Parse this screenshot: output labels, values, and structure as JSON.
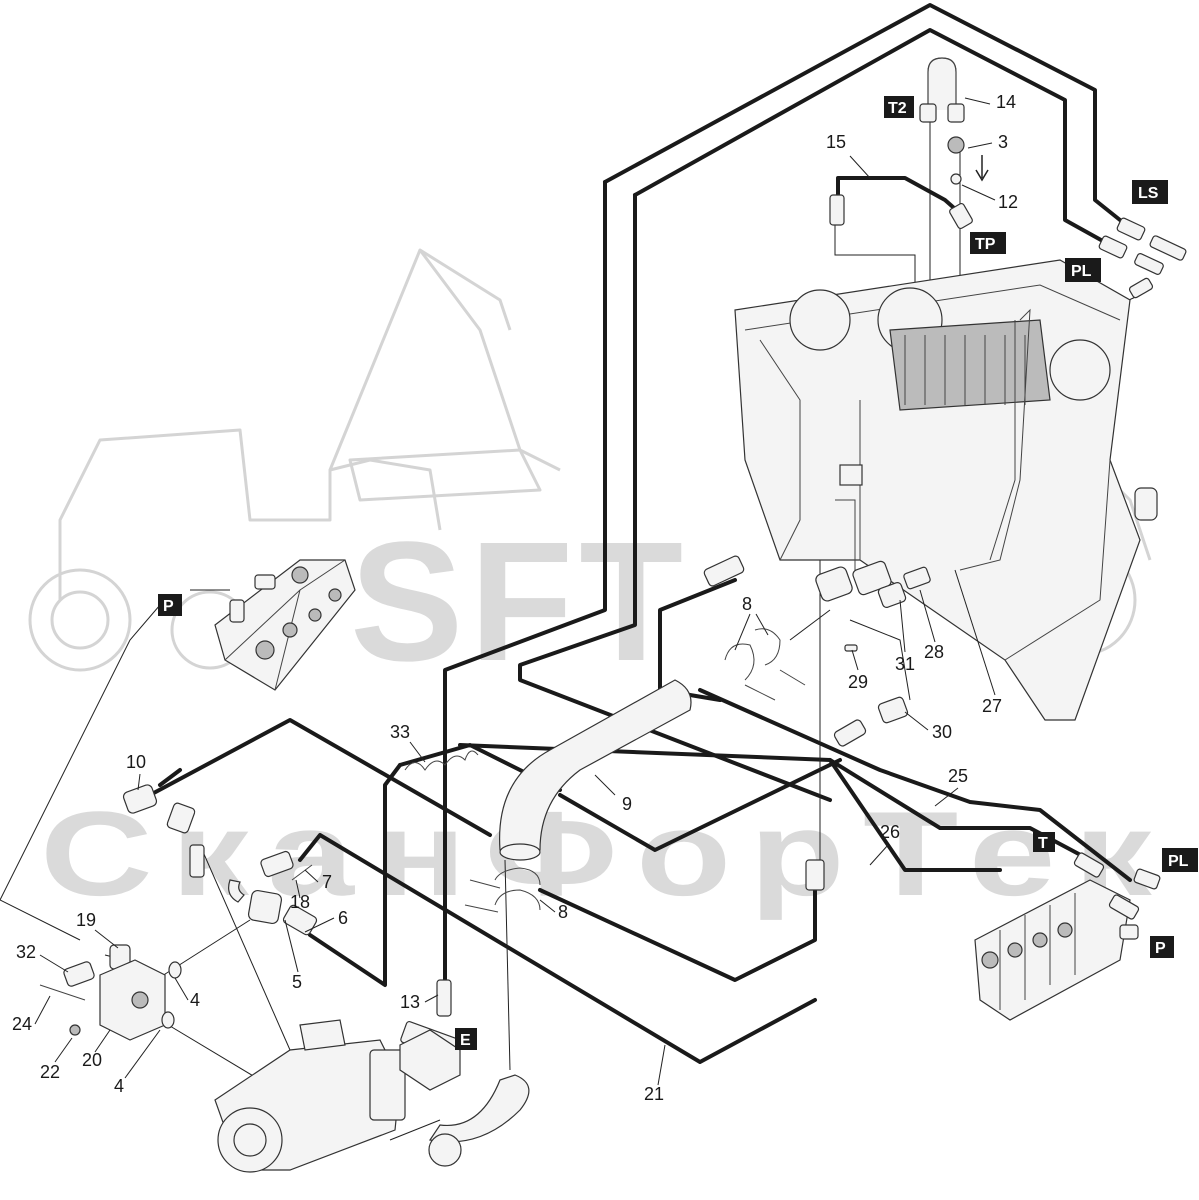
{
  "watermark": {
    "brand": "SFT",
    "company": "СканФорТек"
  },
  "callouts": {
    "c3": "3",
    "c4a": "4",
    "c4b": "4",
    "c5": "5",
    "c6": "6",
    "c7": "7",
    "c8a": "8",
    "c8b": "8",
    "c9": "9",
    "c10": "10",
    "c12": "12",
    "c13": "13",
    "c14": "14",
    "c15": "15",
    "c18": "18",
    "c19": "19",
    "c20": "20",
    "c21": "21",
    "c22": "22",
    "c24": "24",
    "c25": "25",
    "c26": "26",
    "c27": "27",
    "c28": "28",
    "c29": "29",
    "c30": "30",
    "c31": "31",
    "c32": "32",
    "c33": "33"
  },
  "port_tags": {
    "t2": "T2",
    "tp": "TP",
    "ls": "LS",
    "pl_top": "PL",
    "pl_right": "PL",
    "t_right": "T",
    "p_left": "P",
    "p_right": "P",
    "e": "E"
  },
  "colors": {
    "hose": "#1a1a1a",
    "tag_background": "#1a1a1a",
    "tag_text": "#ffffff",
    "watermark": "#dadada"
  }
}
